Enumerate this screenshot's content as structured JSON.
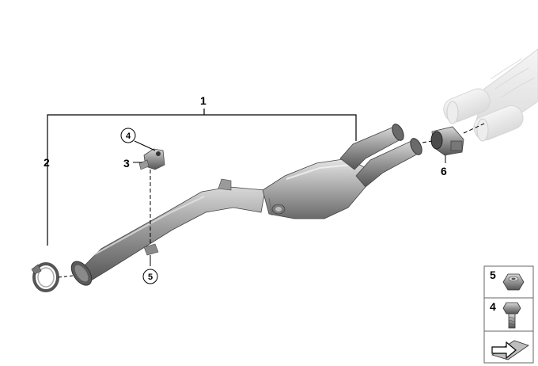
{
  "diagram": {
    "callouts": {
      "main_assembly": "1",
      "clamp_left": "2",
      "bracket": "3",
      "bolt_ref": "4",
      "nut_ref": "5",
      "clamp_right": "6"
    },
    "legend": {
      "nut_number": "5",
      "bolt_number": "4"
    }
  }
}
